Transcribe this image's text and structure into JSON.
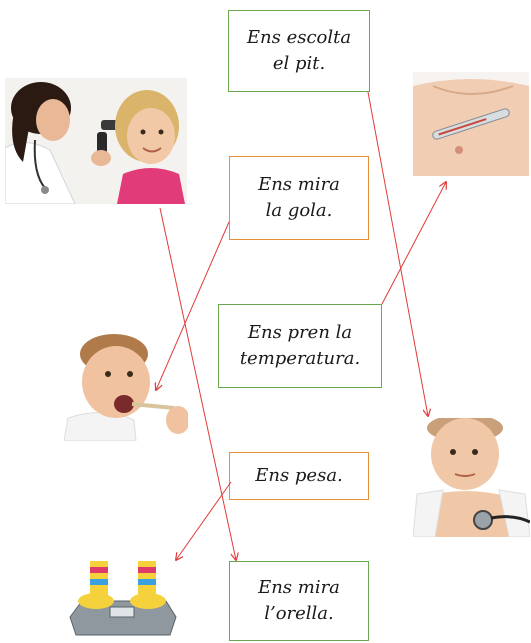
{
  "boxes": [
    {
      "line1": "Ens escolta",
      "line2": "el pit."
    },
    {
      "line1": "Ens mira",
      "line2": "la gola."
    },
    {
      "line1": "Ens pren la",
      "line2": "temperatura."
    },
    {
      "line1": "Ens pesa."
    },
    {
      "line1": "Ens mira",
      "line2": "l’orella."
    }
  ],
  "colors": {
    "green_border": "#6aa84f",
    "orange_border": "#e69138",
    "line": "#e03a3a"
  }
}
